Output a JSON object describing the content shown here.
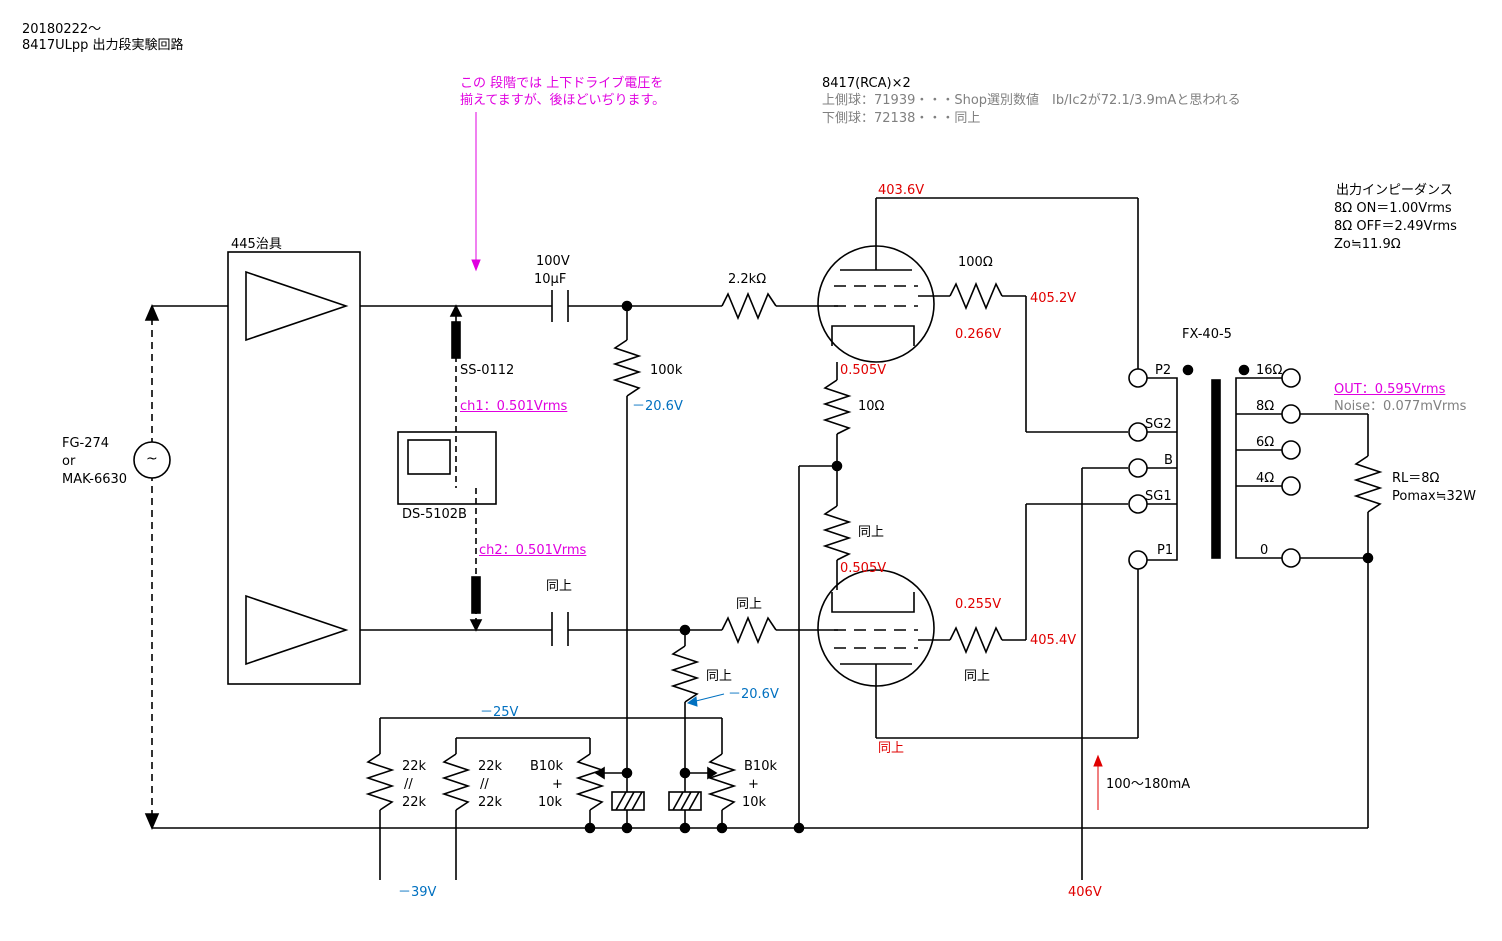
{
  "header": {
    "date": "20180222～",
    "title": "8417ULpp 出力段実験回路"
  },
  "note_magenta": {
    "line1": "この 段階では 上下ドライブ電圧を",
    "line2": "揃えてますが、後ほどいぢります。"
  },
  "tube_info": {
    "line1": "8417(RCA)×2",
    "line2": "上側球：71939・・・Shop選別数値　Ib/Ic2が72.1/3.9mAと思われる",
    "line3": "下側球：72138・・・同上"
  },
  "output_impedance": {
    "title": "出力インピーダンス",
    "line1": "8Ω ON＝1.00Vrms",
    "line2": "8Ω OFF＝2.49Vrms",
    "line3": "Zo≒11.9Ω"
  },
  "source": {
    "line1": "FG-274",
    "line2": "or",
    "line3": "MAK-6630",
    "symbol": "~"
  },
  "amp_box_label": "445治具",
  "coupling_cap": {
    "line1": "100V",
    "line2": "10μF"
  },
  "grid_resistor": "2.2kΩ",
  "probe_label": "SS-0112",
  "scope_label": "DS-5102B",
  "ch1": "ch1：0.501Vrms",
  "ch2": "ch2：0.501Vrms",
  "r_100k": "100k",
  "v_minus206_top": "－20.6V",
  "v_minus206_bot": "－20.6V",
  "same_cap": "同上",
  "same_grid_res": "同上",
  "same_bias_res": "同上",
  "plate_top_v": "403.6V",
  "sg_res_top": "100Ω",
  "sg_top_v": "405.2V",
  "sg_res_top_drop": "0.266V",
  "cathode_top_v": "0.505V",
  "r_10ohm": "10Ω",
  "r_same_cathode": "同上",
  "cathode_bot_v": "0.505V",
  "sg_res_bot_drop": "0.255V",
  "sg_bot_v": "405.4V",
  "sg_res_bot": "同上",
  "plate_bot_label": "同上",
  "transformer": {
    "name": "FX-40-5",
    "primary": [
      "P2",
      "SG2",
      "B",
      "SG1",
      "P1"
    ],
    "secondary": [
      "16Ω",
      "8Ω",
      "6Ω",
      "4Ω",
      "0"
    ]
  },
  "out_level": "OUT：0.595Vrms",
  "noise_level": "Noise：0.077mVrms",
  "load": {
    "line1": "RL＝8Ω",
    "line2": "Pomax≒32W"
  },
  "bias_supply": "－25V",
  "bias_res_1": {
    "line1": "22k",
    "line2": "//",
    "line3": "22k"
  },
  "bias_res_2": {
    "line1": "22k",
    "line2": "//",
    "line3": "22k"
  },
  "pot_1": {
    "line1": "B10k",
    "line2": "+",
    "line3": "10k"
  },
  "pot_2": {
    "line1": "B10k",
    "line2": "+",
    "line3": "10k"
  },
  "v_minus39": "－39V",
  "current": "100～180mA",
  "b_plus": "406V",
  "colors": {
    "red": "#e00000",
    "blue": "#0070c0",
    "magenta": "#e000e0",
    "gray": "#808080"
  }
}
